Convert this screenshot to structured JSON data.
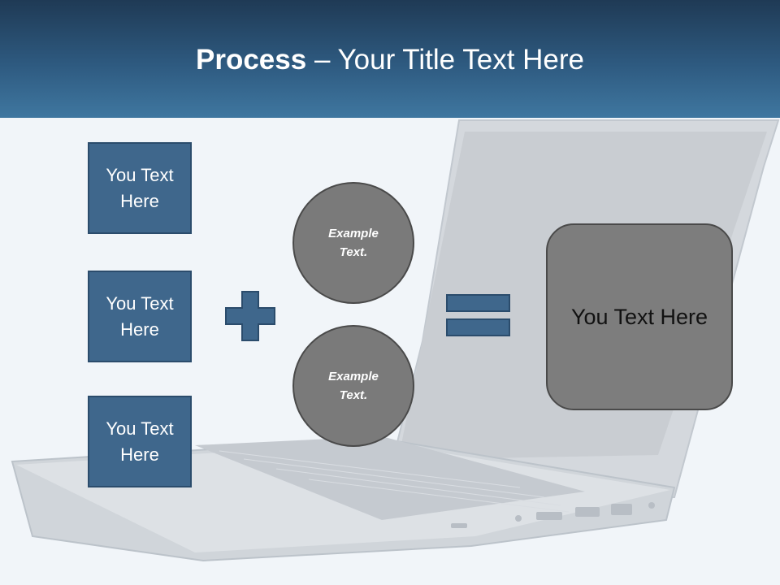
{
  "slide": {
    "title_bold": "Process",
    "title_rest": " – Your Title Text Here"
  },
  "inputs": [
    {
      "label": "You Text Here"
    },
    {
      "label": "You Text Here"
    },
    {
      "label": "You Text Here"
    }
  ],
  "circles": [
    {
      "label": "Example Text."
    },
    {
      "label": "Example Text."
    }
  ],
  "result": {
    "label": "You Text Here"
  },
  "icons": {
    "plus": "plus-icon",
    "equals": "equals-icon",
    "background": "laptop-illustration"
  },
  "colors": {
    "header": "#2e5a80",
    "box_fill": "#3f678c",
    "circle_fill": "#7a7a7a",
    "result_fill": "#7d7d7d",
    "background": "#f1f5f9"
  }
}
